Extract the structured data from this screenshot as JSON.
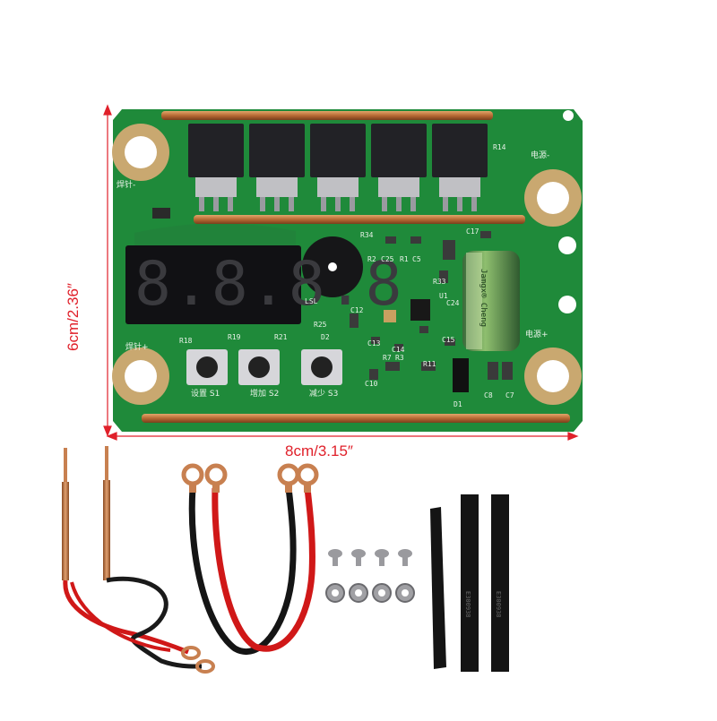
{
  "dimensions": {
    "width_label": "8cm/3.15″",
    "height_label": "6cm/2.36″",
    "line_color": "#e0202a"
  },
  "display": {
    "digits": "8.8.8.8"
  },
  "board": {
    "pcb_color": "#1f8a3a",
    "pad_color": "#c9a870",
    "labels": {
      "r14": "R14",
      "r34": "R34",
      "r2": "R2",
      "c25": "C25",
      "r1": "R1",
      "c5": "C5",
      "c17": "C17",
      "r33": "R33",
      "u1": "U1",
      "c24": "C24",
      "c12": "C12",
      "r25": "R25",
      "d2": "D2",
      "c13": "C13",
      "c14": "C14",
      "c15": "C15",
      "r7": "R7",
      "r3": "R3",
      "r11": "R11",
      "c10": "C10",
      "r19": "R19",
      "r21": "R21",
      "c8": "C8",
      "c7": "C7",
      "d1": "D1",
      "r18": "R18",
      "lsl": "LSL"
    },
    "cn_labels": {
      "power_minus": "电源-",
      "power_plus": "电源+",
      "weld_minus": "焊针-",
      "weld_plus": "焊针+",
      "btn_set": "设置 S1",
      "btn_inc": "增加 S2",
      "btn_dec": "减少 S3"
    },
    "capacitor_text": "Jamgx® Cheng"
  },
  "accessories": {
    "heatshrink_text": "E300938"
  }
}
